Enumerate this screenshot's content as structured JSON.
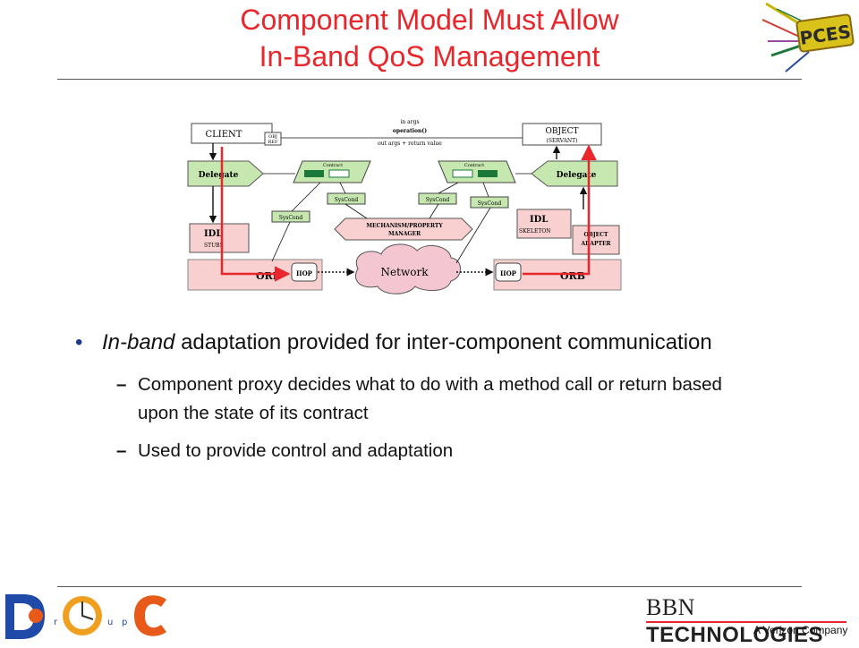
{
  "title": {
    "line1": "Component Model Must Allow",
    "line2": "In-Band QoS Management"
  },
  "logos": {
    "pces": "PCES",
    "group_letters": [
      "g",
      "r",
      "u",
      "p"
    ],
    "bbn": {
      "name_part1": "BBN ",
      "name_part2": "TECHNOLOGIES",
      "tagline": "A Verizon Company"
    }
  },
  "diagram": {
    "client": "CLIENT",
    "objref": [
      "OBJ",
      "REF"
    ],
    "object": "OBJECT",
    "servant": "(SERVANT)",
    "call_in": "in args",
    "call_op": "operation()",
    "call_out": "out args + return value",
    "delegate_left": "Delegate",
    "delegate_right": "Delegate",
    "contract_left": "Contract",
    "contract_right": "Contract",
    "syscond": "SysCond",
    "mech": [
      "MECHANISM/PROPERTY",
      "MANAGER"
    ],
    "idl_left": [
      "IDL",
      "STUBS"
    ],
    "idl_right": [
      "IDL",
      "SKELETON"
    ],
    "adapter": [
      "OBJECT",
      "ADAPTER"
    ],
    "orb": "ORB",
    "iiop": "IIOP",
    "network": "Network"
  },
  "bullets": {
    "main_italic": "In-band",
    "main_rest": " adaptation provided for inter-component communication",
    "sub1": "Component proxy decides what to do with a method call or return based upon the state of its contract",
    "sub2": "Used to provide control and adaptation",
    "bullet_char": "•",
    "dash_char": "–"
  },
  "colors": {
    "title": "#e8262b",
    "accent_red": "#e8262b",
    "green": "#c6e8b0",
    "pink": "#f8d0d0"
  }
}
